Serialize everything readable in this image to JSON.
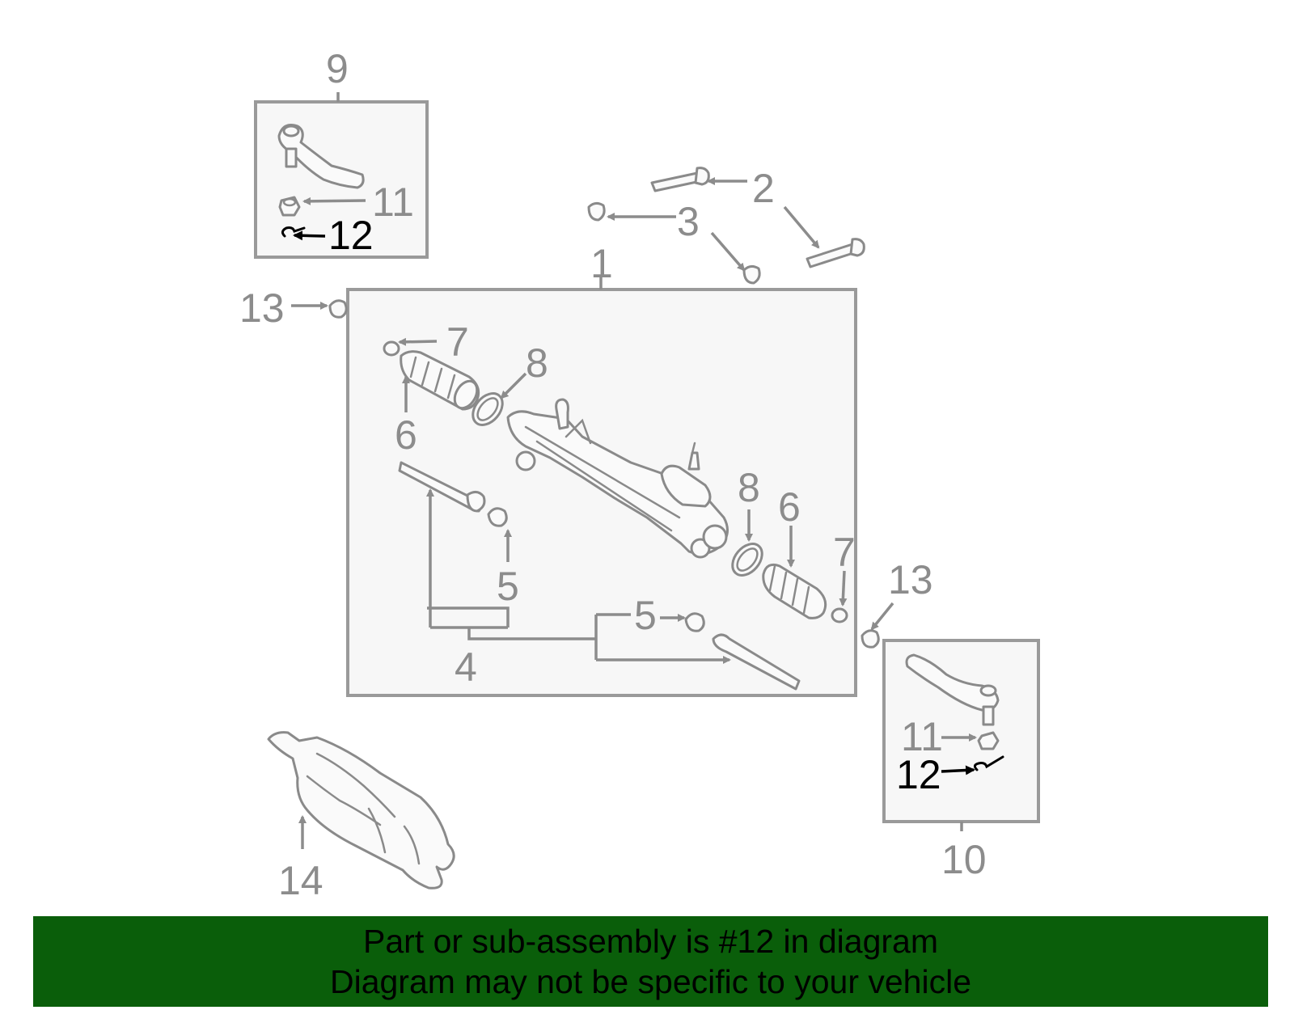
{
  "callouts": {
    "c1": "1",
    "c2": "2",
    "c3": "3",
    "c4": "4",
    "c5a": "5",
    "c5b": "5",
    "c6a": "6",
    "c6b": "6",
    "c7a": "7",
    "c7b": "7",
    "c8a": "8",
    "c8b": "8",
    "c9": "9",
    "c10": "10",
    "c11a": "11",
    "c11b": "11",
    "c12a": "12",
    "c12b": "12",
    "c13a": "13",
    "c13b": "13",
    "c14": "14"
  },
  "highlighted_part": "12",
  "colors": {
    "banner": "#0a5e0a",
    "callout": "#8c8c8c",
    "highlight": "#000000"
  },
  "banner": {
    "line1": "Part or sub-assembly is #12 in diagram",
    "line2": "Diagram may not be specific to your vehicle"
  }
}
